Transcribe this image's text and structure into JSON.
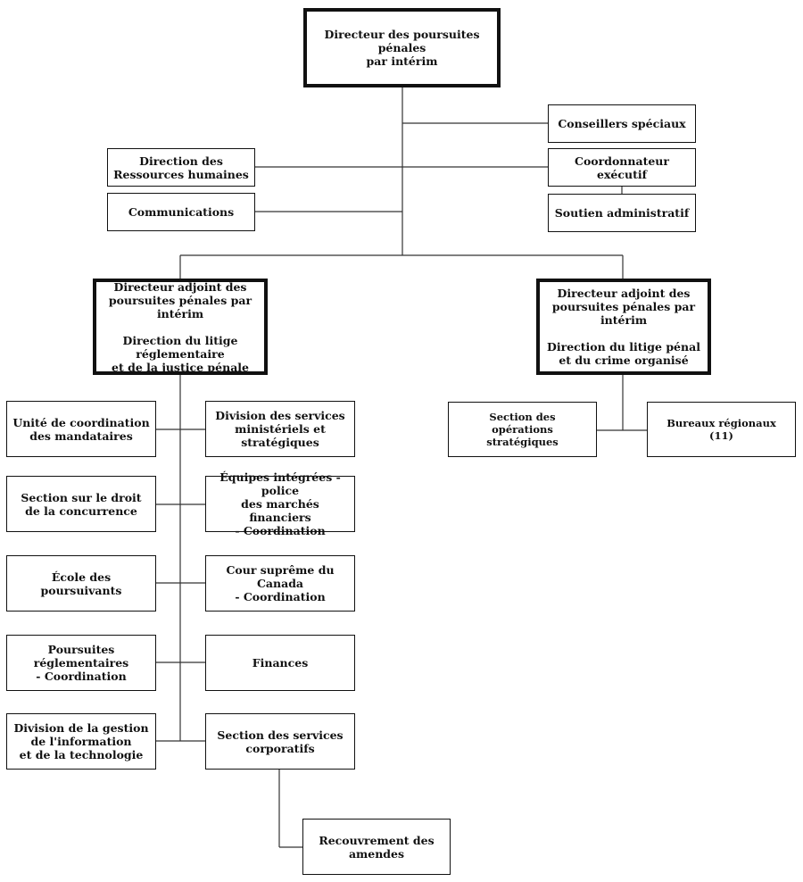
{
  "chart": {
    "director": "Directeur des poursuites pénales\npar intérim",
    "special_advisors": "Conseillers spéciaux",
    "executive_coordinator": "Coordonnateur exécutif",
    "admin_support": "Soutien administratif",
    "hr": "Direction des\nRessources humaines",
    "communications": "Communications",
    "deputy_regulatory": "Directeur adjoint des\npoursuites pénales par intérim\n\nDirection du litige réglementaire\net de la justice pénale",
    "deputy_criminal": "Directeur adjoint des\npoursuites pénales par intérim\n\nDirection du litige pénal\net du crime organisé",
    "left_units": [
      "Unité de coordination\ndes mandataires",
      "Section sur le droit\nde la concurrence",
      "École des\npoursuivants",
      "Poursuites\nréglementaires\n- Coordination",
      "Division de la gestion\nde l'information\net de la technologie"
    ],
    "right_units": [
      "Division des services\nministériels et stratégiques",
      "Équipes intégrées - police\ndes marchés financiers\n- Coordination",
      "Cour suprême du Canada\n- Coordination",
      "Finances",
      "Section des services\ncorporatifs"
    ],
    "fines_recovery": "Recouvrement des amendes",
    "strategic_ops": "Section des\nopérations stratégiques",
    "regional_offices": "Bureaux régionaux\n(11)"
  }
}
